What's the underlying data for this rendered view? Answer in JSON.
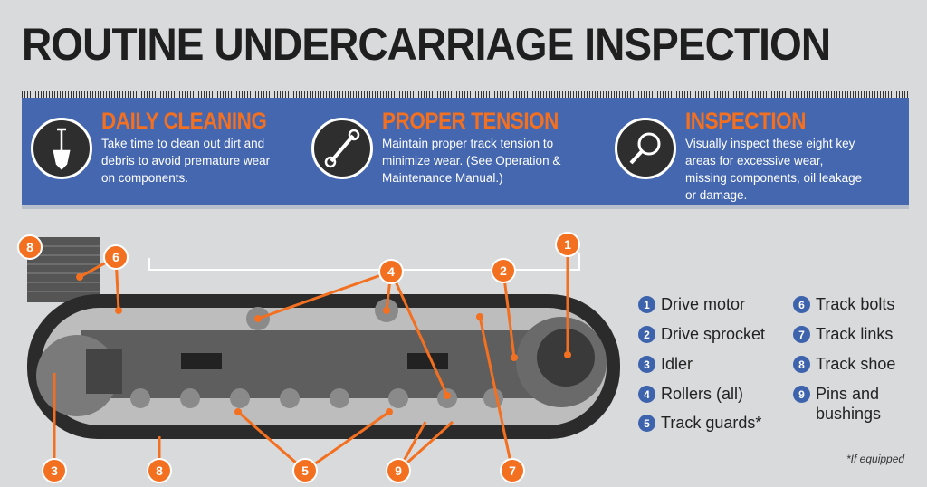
{
  "title": "ROUTINE UNDERCARRIAGE INSPECTION",
  "cards": [
    {
      "heading": "DAILY CLEANING",
      "text": "Take time to clean out dirt and debris to avoid premature wear on components.",
      "icon": "shovel-icon"
    },
    {
      "heading": "PROPER TENSION",
      "text": "Maintain proper track tension to minimize wear. (See Operation & Maintenance Manual.)",
      "icon": "wrench-icon"
    },
    {
      "heading": "INSPECTION",
      "text": "Visually inspect these eight key areas for excessive wear, missing components, oil leakage or damage.",
      "icon": "magnifier-icon"
    }
  ],
  "legend": [
    {
      "n": "1",
      "label": "Drive motor"
    },
    {
      "n": "2",
      "label": "Drive sprocket"
    },
    {
      "n": "3",
      "label": "Idler"
    },
    {
      "n": "4",
      "label": "Rollers (all)"
    },
    {
      "n": "5",
      "label": "Track guards*"
    },
    {
      "n": "6",
      "label": "Track bolts"
    },
    {
      "n": "7",
      "label": "Track links"
    },
    {
      "n": "8",
      "label": "Track shoe"
    },
    {
      "n": "9",
      "label": "Pins and bushings"
    }
  ],
  "footnote": "*If equipped",
  "colors": {
    "accent": "#f37021",
    "banner": "#4467b0"
  }
}
